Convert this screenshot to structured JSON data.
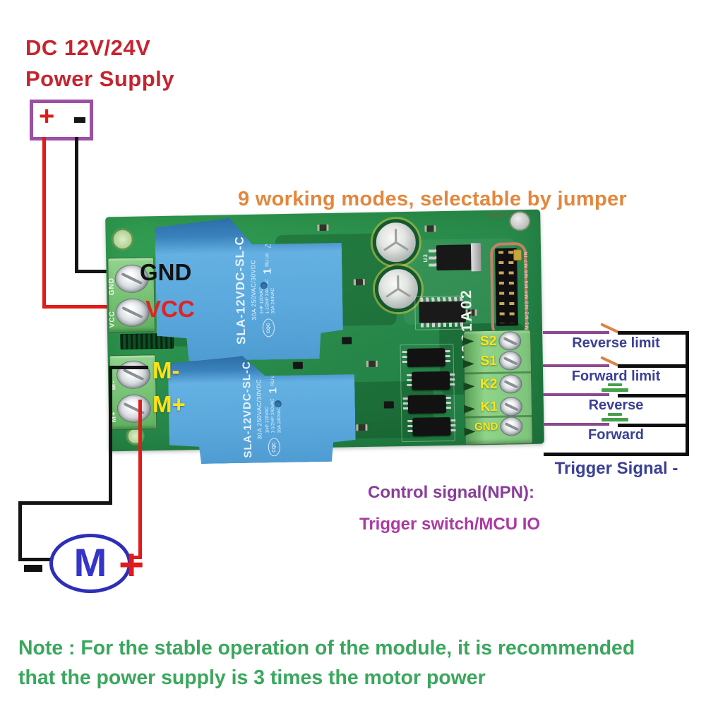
{
  "title": {
    "line1": "DC 12V/24V",
    "line2": "Power Supply"
  },
  "power_box": {
    "plus": "+",
    "minus": "-"
  },
  "subtitle": "9 working modes, selectable by jumper",
  "board": {
    "terminals_left": {
      "gnd": "GND",
      "vcc": "VCC",
      "m_minus": "M-",
      "m_plus": "M+"
    },
    "silk_left": {
      "gnd": "GND",
      "vcc": "VCC",
      "m_minus": "M-",
      "m_plus": "M+"
    },
    "relay": {
      "model": "SLA-12VDC-SL-C",
      "rating1": "30A 250VAC/30VDC",
      "cqc": "CQC",
      "hp1": "1HP 120VAC",
      "hp2": "1-1/2HP 240VAC",
      "hp3": "30A 240VAC",
      "ul_num": "1",
      "ul_mark": "ЯU us",
      "tri": "△"
    },
    "silkscreen": {
      "board_id": "I061A02",
      "batch_code": "J0Z0633",
      "u3": "U3",
      "header_pins": "M1 M2 M3 M4 M5 M6 M7 IN",
      "right_pins": "GND K1 K2 S1 S2"
    },
    "terminals_right": [
      "S2",
      "S1",
      "K2",
      "K1",
      "GND"
    ]
  },
  "schematic": {
    "rows": [
      {
        "label": "Reverse limit"
      },
      {
        "label": "Forward limit"
      },
      {
        "label": "Reverse"
      },
      {
        "label": "Forward"
      }
    ],
    "trigger_label": "Trigger Signal -"
  },
  "control_signal": {
    "line1": "Control signal(NPN):",
    "line2": "Trigger switch/MCU IO"
  },
  "motor": {
    "symbol": "M",
    "plus": "+",
    "minus": "-"
  },
  "note": {
    "line1": "Note : For the stable operation of the module, it is recommended",
    "line2": "that the power supply is 3 times the motor power"
  },
  "colors": {
    "title_red": "#c6242f",
    "accent_orange": "#e2873d",
    "label_navy": "#3b4095",
    "wire_purple": "#8d4890",
    "contact_green": "#44a148",
    "lever_orange": "#dd8243",
    "control_purple": "#8a3d99",
    "control_magenta": "#ac39a2",
    "note_green": "#3aa75d",
    "pcb_green": "#27884a",
    "relay_blue": "#5ba9dd",
    "terminal_yellow": "#ffe61e",
    "wire_red": "#e01b1b",
    "wire_black": "#141414",
    "box_purple": "#9d4fa5"
  }
}
